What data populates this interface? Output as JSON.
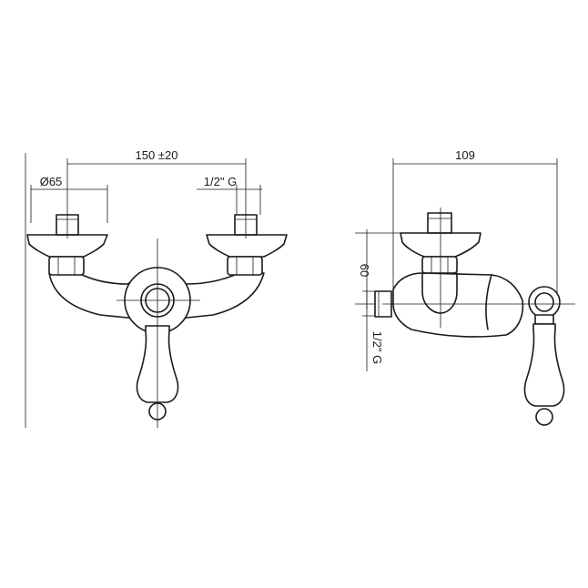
{
  "front_view": {
    "width_dim": "150 ±20",
    "flange_dim": "Ø65",
    "thread_dim": "1/2\" G"
  },
  "side_view": {
    "depth_dim": "109",
    "height_dim": "60",
    "thread_dim": "1/2\" G"
  }
}
